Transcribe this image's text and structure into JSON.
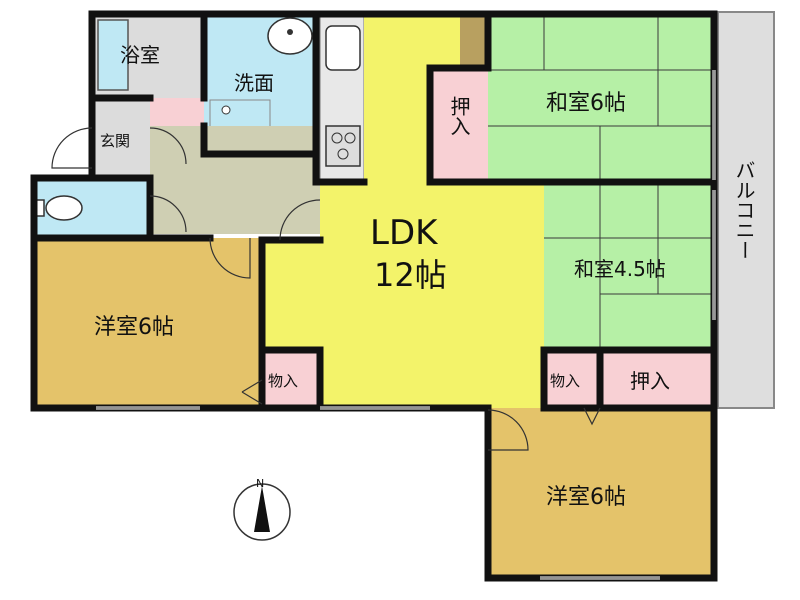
{
  "rooms": {
    "bath": "浴室",
    "wash": "洗面",
    "entrance": "玄関",
    "ldk": "LDK",
    "ldk_size": "12帖",
    "washitsu6": "和室6帖",
    "washitsu45": "和室4.5帖",
    "youshitsu_left": "洋室6帖",
    "youshitsu_bottom": "洋室6帖",
    "oshiire_top": "押入",
    "oshiire_bottom": "押入",
    "monoire_left": "物入",
    "monoire_right": "物入",
    "balcony": "バルコニー"
  },
  "compass": {
    "north": "N"
  },
  "colors": {
    "ldk": "#f3f36a",
    "tatami": "#b6f0a6",
    "western": "#e4c36a",
    "wet": "#bfe8f4",
    "closet": "#f8d0d4",
    "hall": "#cfcfb3",
    "balcony": "#dedede",
    "wall": "#111111"
  }
}
